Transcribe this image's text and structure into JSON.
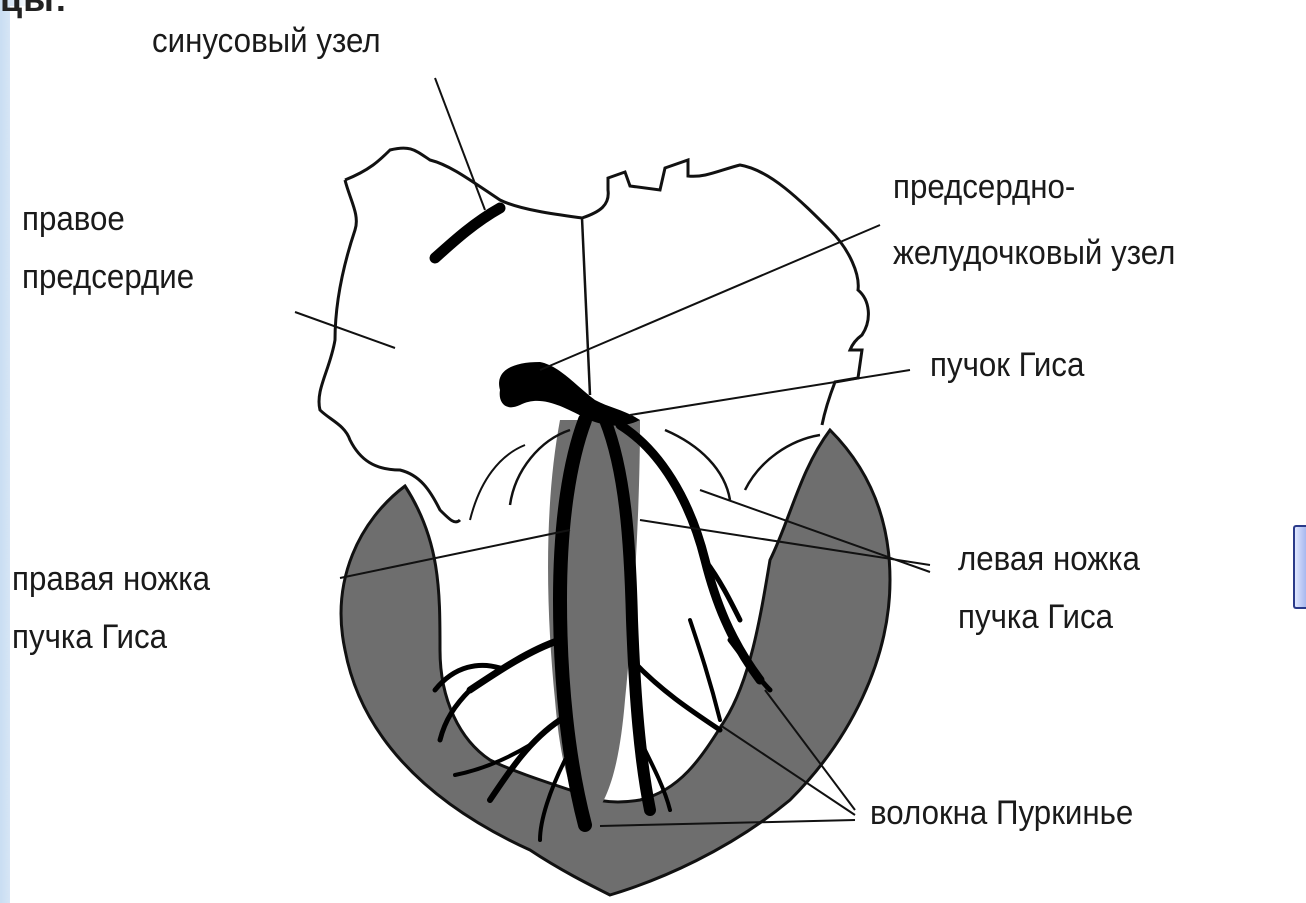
{
  "page": {
    "header_fragment": "цы:"
  },
  "labels": {
    "sinus_node": "синусовый узел",
    "right_atrium_line1": "правое",
    "right_atrium_line2": "предсердие",
    "av_node_line1": "предсердно-",
    "av_node_line2": "желудочковый узел",
    "his_bundle": "пучок Гиса",
    "right_bundle_line1": "правая ножка",
    "right_bundle_line2": "пучка Гиса",
    "left_bundle_line1": "левая ножка",
    "left_bundle_line2": "пучка Гиса",
    "purkinje": "волокна Пуркинье"
  },
  "colors": {
    "myocardium": "#6e6e6e",
    "conduction": "#000000",
    "outline": "#111111",
    "side_tab": "#2a3a8a"
  }
}
